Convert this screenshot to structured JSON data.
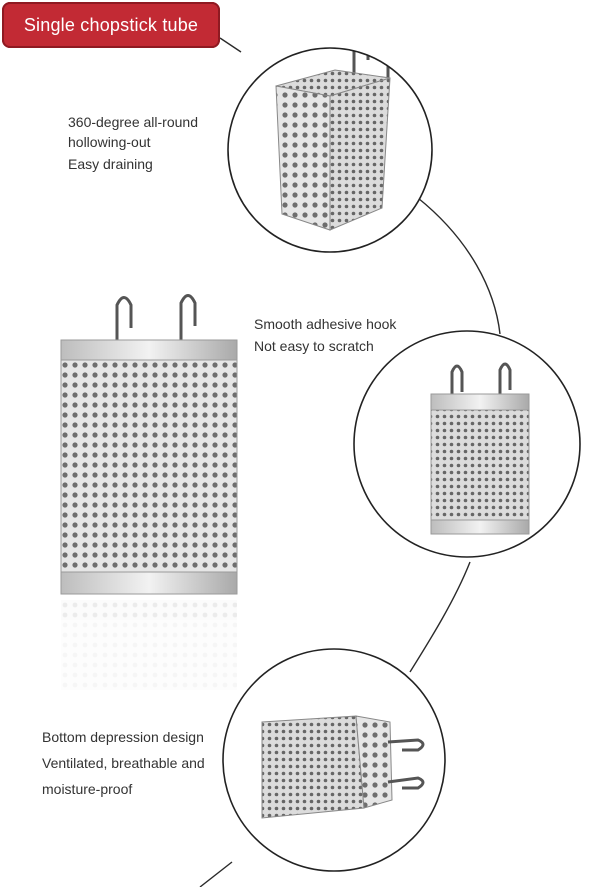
{
  "title_badge": {
    "label": "Single chopstick tube",
    "color": "#c22a34"
  },
  "features": [
    {
      "lines": [
        "360-degree all-round",
        "hollowing-out",
        "Easy draining"
      ]
    },
    {
      "lines": [
        "Smooth adhesive hook",
        "Not easy to scratch"
      ]
    },
    {
      "lines": [
        "Bottom depression design",
        "Ventilated, breathable and",
        "moisture-proof"
      ]
    }
  ],
  "images": [
    {
      "name": "product-main",
      "depicts": "perforated stainless steel chopstick tube with two hooks, front view"
    },
    {
      "name": "detail-hollowing",
      "depicts": "perforated tube angled view"
    },
    {
      "name": "detail-hook",
      "depicts": "tube with hooks, side view"
    },
    {
      "name": "detail-bottom",
      "depicts": "tube lying on its side showing bottom and hooks"
    }
  ]
}
